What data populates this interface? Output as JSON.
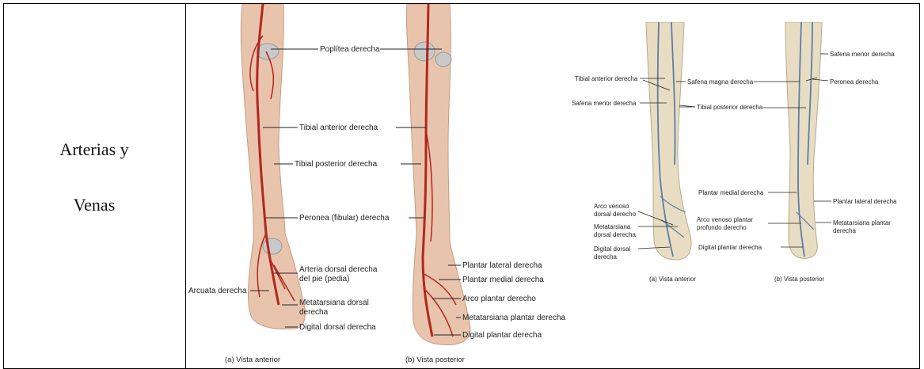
{
  "table": {
    "row_label_lines": [
      "Arterias y",
      "Venas"
    ]
  },
  "arteries_figure": {
    "labels": [
      "Poplítea derecha",
      "Tibial anterior derecha",
      "Tibial posterior derecha",
      "Peronea (fibular) derecha",
      "Arteria dorsal derecha",
      "del pie (pedia)",
      "Arcuata derecha",
      "Metatarsiana dorsal",
      "derecha",
      "Digital dorsal derecha",
      "Plantar lateral derecha",
      "Plantar medial derecha",
      "Arco plantar derecho",
      "Metatarsiana plantar derecha",
      "Digital plantar derecha"
    ],
    "captions": [
      "(a) Vista anterior",
      "(b) Vista posterior"
    ],
    "vessel_color": "#b3261e",
    "skin_color": "#e9c4ac"
  },
  "veins_figure": {
    "labels": [
      "Tibial anterior derecha",
      "Safena magna derecha",
      "Safena menor derecha",
      "Tibial posterior derecha",
      "Safena menor derecha",
      "Peronea derecha",
      "Arco venoso",
      "dorsal derecho",
      "Metatarsiana",
      "dorsal derecha",
      "Digital dorsal",
      "derecha",
      "Plantar medial derecha",
      "Arco venoso plantar",
      "profundo derecho",
      "Digital plantar derecha",
      "Plantar lateral derecha",
      "Metatarsiana plantar",
      "derecha"
    ],
    "captions": [
      "(a) Vista anterior",
      "(b) Vista posterior"
    ],
    "vessel_color": "#5b7fa8",
    "skin_color": "#e8ddc2"
  }
}
